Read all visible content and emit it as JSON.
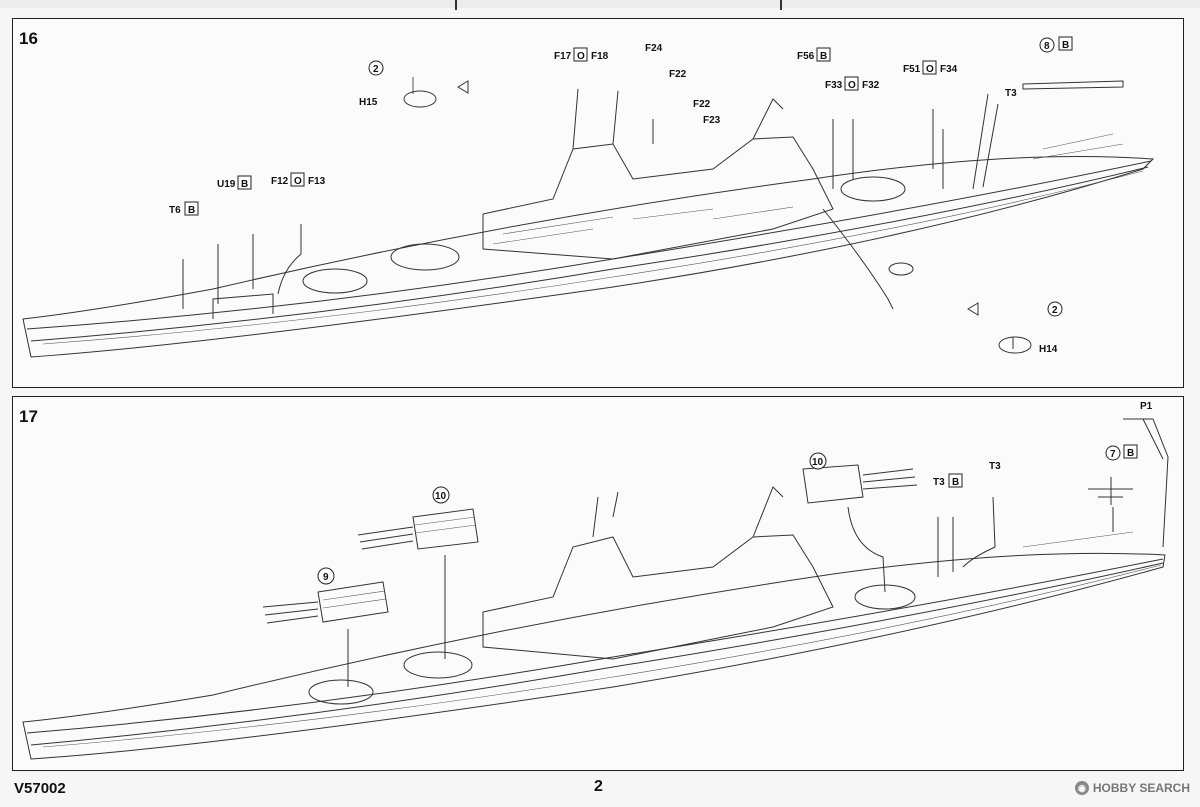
{
  "steps": [
    {
      "number": "16",
      "callouts": [
        {
          "part": "2"
        },
        {
          "part": "H15"
        },
        {
          "part": "F17"
        },
        {
          "part": "O"
        },
        {
          "part": "F18"
        },
        {
          "part": "F24"
        },
        {
          "part": "F22"
        },
        {
          "part": "F22"
        },
        {
          "part": "F23"
        },
        {
          "part": "F56"
        },
        {
          "part": "B"
        },
        {
          "part": "F33"
        },
        {
          "part": "O"
        },
        {
          "part": "F32"
        },
        {
          "part": "F51"
        },
        {
          "part": "O"
        },
        {
          "part": "F34"
        },
        {
          "part": "T3"
        },
        {
          "part": "8"
        },
        {
          "part": "B"
        },
        {
          "part": "U19"
        },
        {
          "part": "B"
        },
        {
          "part": "F12"
        },
        {
          "part": "O"
        },
        {
          "part": "F13"
        },
        {
          "part": "T6"
        },
        {
          "part": "B"
        },
        {
          "part": "2"
        },
        {
          "part": "H14"
        }
      ]
    },
    {
      "number": "17",
      "callouts": [
        {
          "part": "P1"
        },
        {
          "part": "7"
        },
        {
          "part": "B"
        },
        {
          "part": "10"
        },
        {
          "part": "10"
        },
        {
          "part": "T3"
        },
        {
          "part": "B"
        },
        {
          "part": "T3"
        },
        {
          "part": "9"
        }
      ]
    }
  ],
  "footer": {
    "product_code": "V57002",
    "page_number": "2",
    "watermark": "HOBBY SEARCH"
  }
}
